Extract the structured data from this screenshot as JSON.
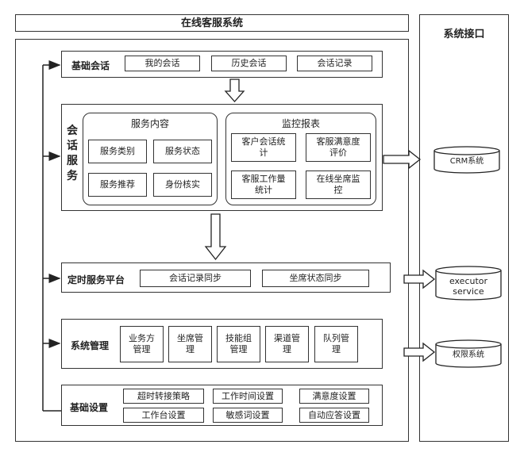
{
  "title": "在线客服系统",
  "interface_title": "系统接口",
  "basic_session": {
    "label": "基础会话",
    "items": [
      "我的会话",
      "历史会话",
      "会话记录"
    ]
  },
  "session_service": {
    "vlabel": [
      "会",
      "话",
      "服",
      "务"
    ],
    "service_content": {
      "title": "服务内容",
      "items": [
        "服务类别",
        "服务状态",
        "服务推荐",
        "身份核实"
      ]
    },
    "monitor_report": {
      "title": "监控报表",
      "items": [
        "客户会话统\n计",
        "客服满意度\n评价",
        "客服工作量\n统计",
        "在线坐席监\n控"
      ]
    }
  },
  "timed_platform": {
    "label": "定时服务平台",
    "items": [
      "会话记录同步",
      "坐席状态同步"
    ]
  },
  "system_mgmt": {
    "label": "系统管理",
    "items": [
      "业务方\n管理",
      "坐席管\n理",
      "技能组\n管理",
      "渠道管\n理",
      "队列管\n理"
    ]
  },
  "basic_settings": {
    "label": "基础设置",
    "items": [
      "超时转接策略",
      "工作时间设置",
      "满意度设置",
      "工作台设置",
      "敏感词设置",
      "自动应答设置"
    ]
  },
  "interfaces": [
    "CRM系统",
    "executor\nservice",
    "权限系统"
  ]
}
